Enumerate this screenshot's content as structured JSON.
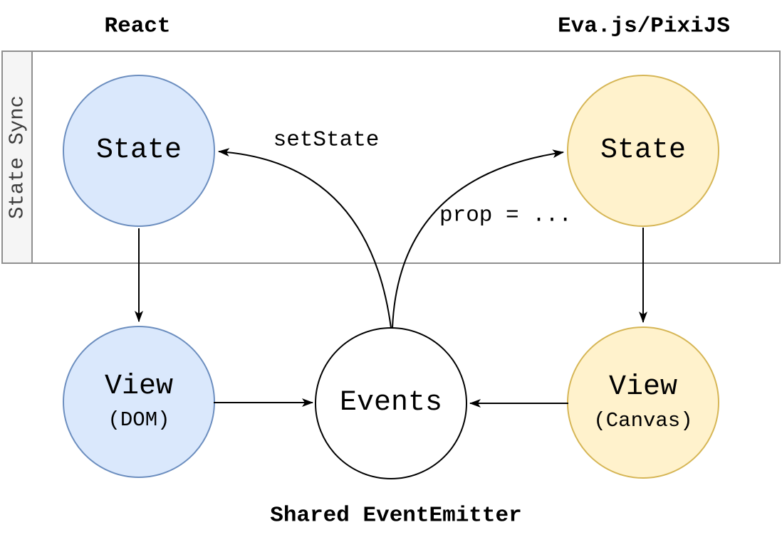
{
  "diagram": {
    "title_left": "React",
    "title_right": "Eva.js/PixiJS",
    "lane": {
      "label": "State Sync"
    },
    "nodes": {
      "react_state": {
        "label": "State"
      },
      "react_view": {
        "label": "View",
        "sub": "(DOM)"
      },
      "eva_state": {
        "label": "State"
      },
      "eva_view": {
        "label": "View",
        "sub": "(Canvas)"
      },
      "events": {
        "label": "Events"
      }
    },
    "edge_labels": {
      "set_state": "setState",
      "prop": "prop = ..."
    },
    "caption": "Shared EventEmitter",
    "colors": {
      "react_node_fill": "#dae8fc",
      "react_node_stroke": "#6c8ebf",
      "eva_node_fill": "#fff2cc",
      "eva_node_stroke": "#d6b656",
      "events_node_fill": "#ffffff",
      "events_node_stroke": "#000000",
      "lane_header_fill": "#f5f5f5",
      "lane_stroke": "#8f8f8f",
      "arrow_color": "#000000",
      "text_color": "#000000"
    }
  }
}
